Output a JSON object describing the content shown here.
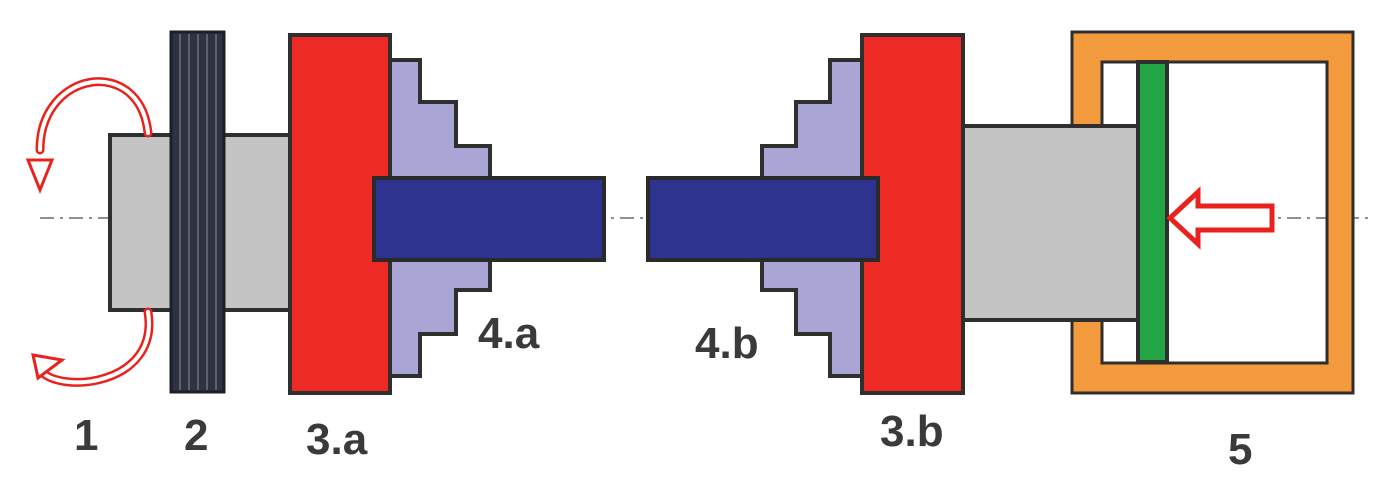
{
  "diagram": {
    "labels": {
      "spindle": "1",
      "flywheel": "2",
      "chuck_a": "3.a",
      "workpiece_a": "4.a",
      "workpiece_b": "4.b",
      "chuck_b": "3.b",
      "cylinder": "5"
    },
    "colors": {
      "shaft": "#c4c4c4",
      "flywheel": "#2f3340",
      "chuck": "#ee2a24",
      "fixture": "#a9a6d6",
      "workpiece": "#2f3390",
      "cylinder_housing": "#f39a3d",
      "piston": "#22a545",
      "arrow": "#e8231d",
      "outline": "#2f2f2f",
      "label": "#3a3a3a"
    }
  }
}
